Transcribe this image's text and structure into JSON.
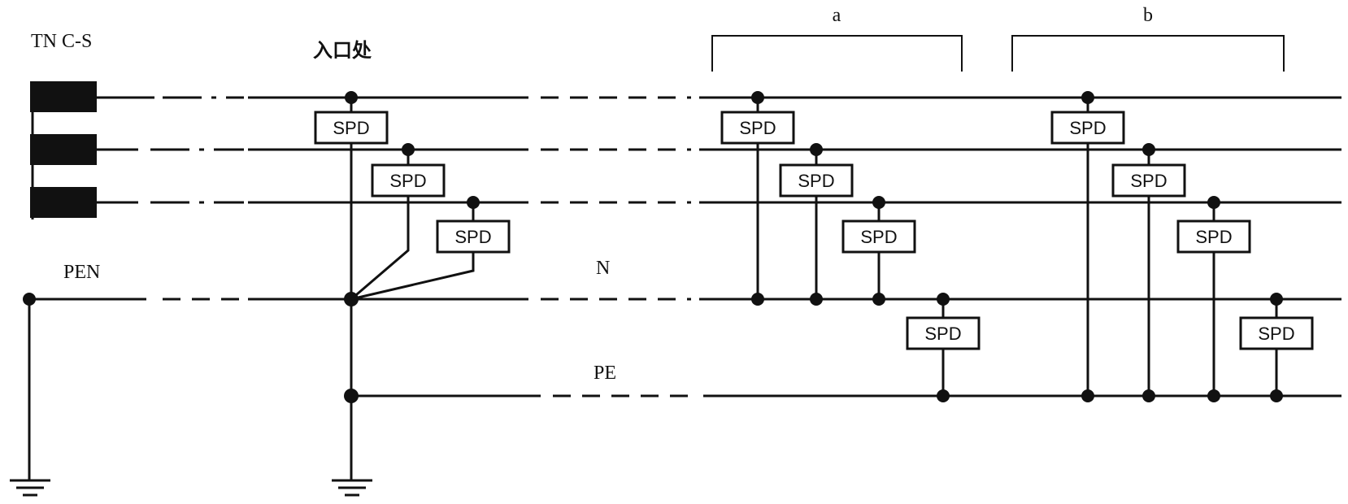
{
  "labels": {
    "system": "TN C-S",
    "entrance": "入口处",
    "pen": "PEN",
    "n": "N",
    "pe": "PE",
    "group_a": "a",
    "group_b": "b"
  },
  "spd_label": "SPD",
  "spd_count": 11
}
